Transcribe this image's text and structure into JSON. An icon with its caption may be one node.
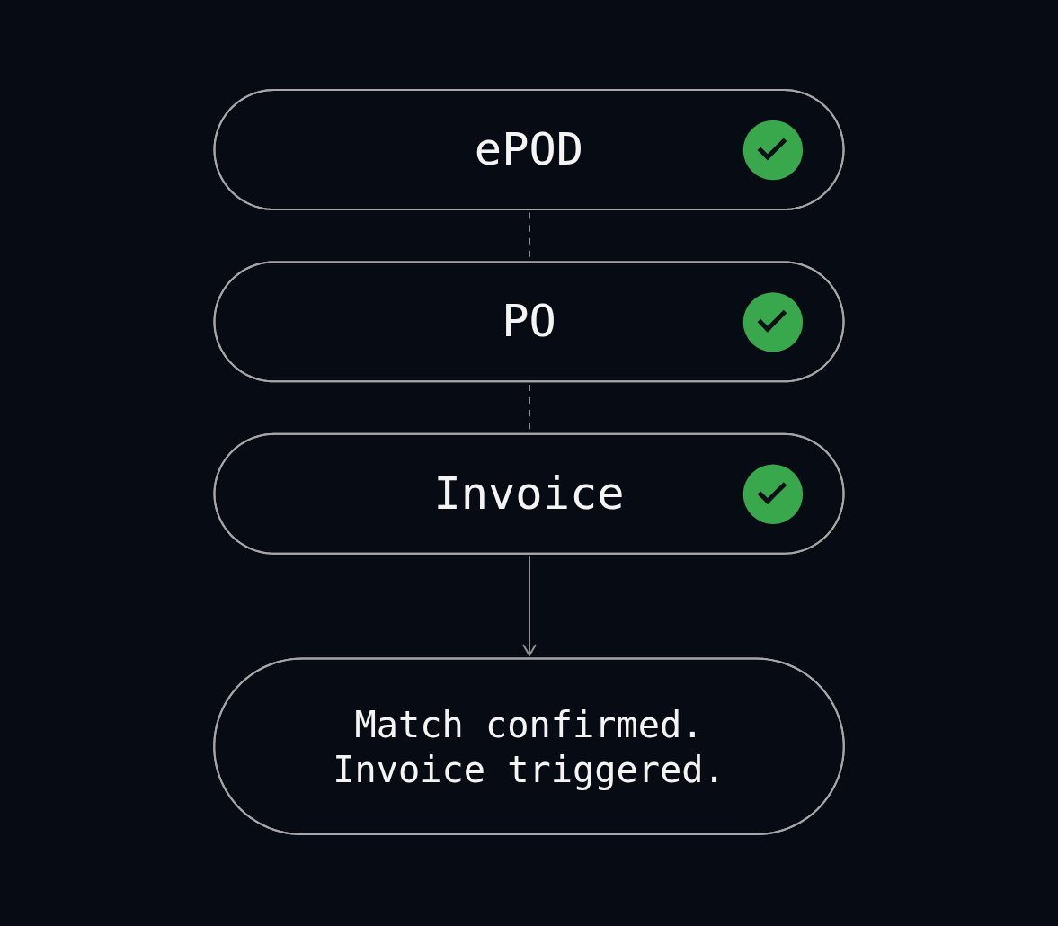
{
  "diagram": {
    "nodes": [
      {
        "text": [
          "ePOD"
        ]
      },
      {
        "text": [
          "PO"
        ]
      },
      {
        "text": [
          "Invoice"
        ]
      },
      {
        "text": [
          "Match confirmed. Invoice triggered."
        ]
      }
    ],
    "edges": [
      {
        "from": 0,
        "to": 1,
        "arrow": "none",
        "style": "dashed"
      },
      {
        "from": 1,
        "to": 2,
        "arrow": "none",
        "style": "dashed"
      },
      {
        "from": 2,
        "to": 3,
        "arrow": "to"
      }
    ]
  }
}
